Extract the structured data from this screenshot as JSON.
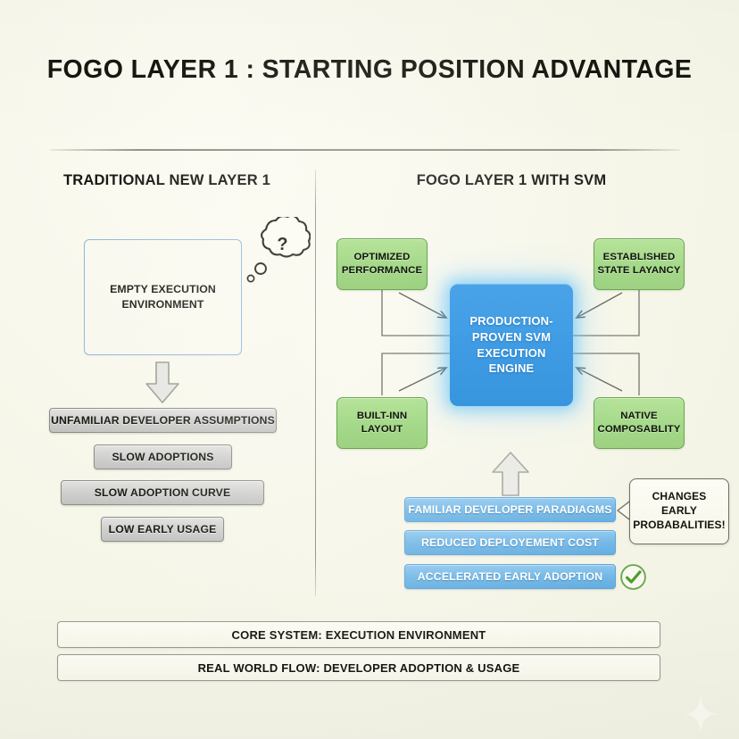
{
  "page": {
    "title": "FOGO LAYER 1 : STARTING POSITION ADVANTAGE",
    "background_color": "#f7f7ec"
  },
  "colors": {
    "green_fill": "#a5d98a",
    "green_border": "#6aa84f",
    "blue_engine": "#3f9ce4",
    "blue_bar": "#72b7e6",
    "gray_bar": "#cfcfcd",
    "outline_blue": "#8fb8de",
    "check_green": "#6aa84f",
    "divider": "#8f9086"
  },
  "left_column": {
    "header": "TRADITIONAL NEW LAYER 1",
    "empty_box": {
      "line1": "EMPTY EXECUTION",
      "line2": "ENVIRONMENT"
    },
    "thought_bubble": {
      "icon": "thought-bubble-icon",
      "text": "?"
    },
    "flow_arrow": "down-arrow-icon",
    "bars": [
      "UNFAMILIAR DEVELOPER ASSUMPTIONS",
      "SLOW ADOPTIONS",
      "SLOW ADOPTION CURVE",
      "LOW EARLY USAGE"
    ]
  },
  "right_column": {
    "header": "FOGO LAYER 1 WITH SVM",
    "engine": {
      "line1": "PRODUCTION-",
      "line2": "PROVEN SVM",
      "line3": "EXECUTION",
      "line4": "ENGINE"
    },
    "feature_boxes": [
      {
        "position": "top-left",
        "line1": "OPTIMIZED",
        "line2": "PERFORMANCE"
      },
      {
        "position": "top-right",
        "line1": "ESTABLISHED",
        "line2": "STATE LAYANCY"
      },
      {
        "position": "bottom-left",
        "line1": "BUILT-INN",
        "line2": "LAYOUT"
      },
      {
        "position": "bottom-right",
        "line1": "NATIVE",
        "line2": "COMPOSABLITY"
      }
    ],
    "flow_arrow": "up-arrow-icon",
    "outcome_bars": [
      "FAMILIAR DEVELOPER PARADIAGMS",
      "REDUCED DEPLOYEMENT COST",
      "ACCELERATED EARLY ADOPTION"
    ],
    "callout": {
      "icon": "speech-bubble-icon",
      "line1": "CHANGES",
      "line2": "EARLY",
      "line3": "PROBABALITIES!"
    },
    "check_icon": "check-circle-icon"
  },
  "legend": [
    "CORE SYSTEM: EXECUTION ENVIRONMENT",
    "REAL WORLD FLOW: DEVELOPER ADOPTION & USAGE"
  ],
  "decoration": {
    "sparkle": "sparkle-icon"
  }
}
